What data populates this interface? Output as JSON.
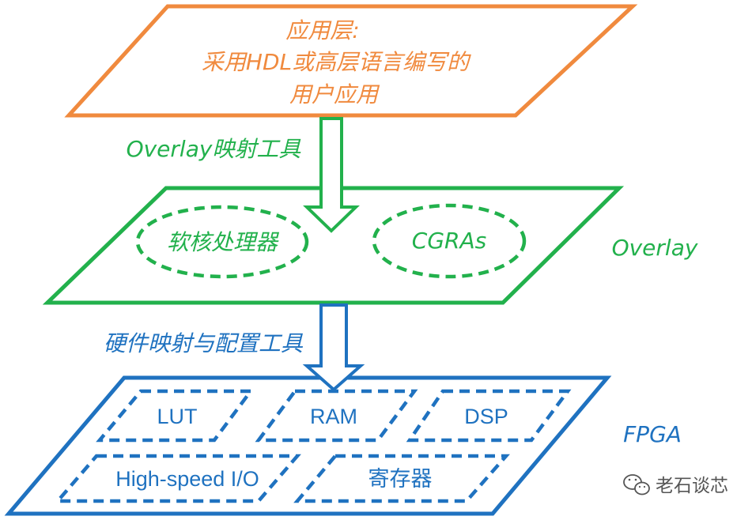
{
  "colors": {
    "application": "#F08A3E",
    "overlay": "#22B14C",
    "fpga": "#1F72C0",
    "watermark": "#555555"
  },
  "application_layer": {
    "line1": "应用层:",
    "line2": "采用HDL或高层语言编写的",
    "line3": "用户应用"
  },
  "overlay_tool_label": "Overlay映射工具",
  "overlay_layer": {
    "label": "Overlay",
    "soft_core": "软核处理器",
    "cgras": "CGRAs"
  },
  "hardware_tool_label": "硬件映射与配置工具",
  "fpga_layer": {
    "label": "FPGA",
    "blocks": [
      "LUT",
      "RAM",
      "DSP",
      "High-speed I/O",
      "寄存器"
    ]
  },
  "watermark": {
    "icon": "wechat-icon",
    "text": "老石谈芯"
  }
}
